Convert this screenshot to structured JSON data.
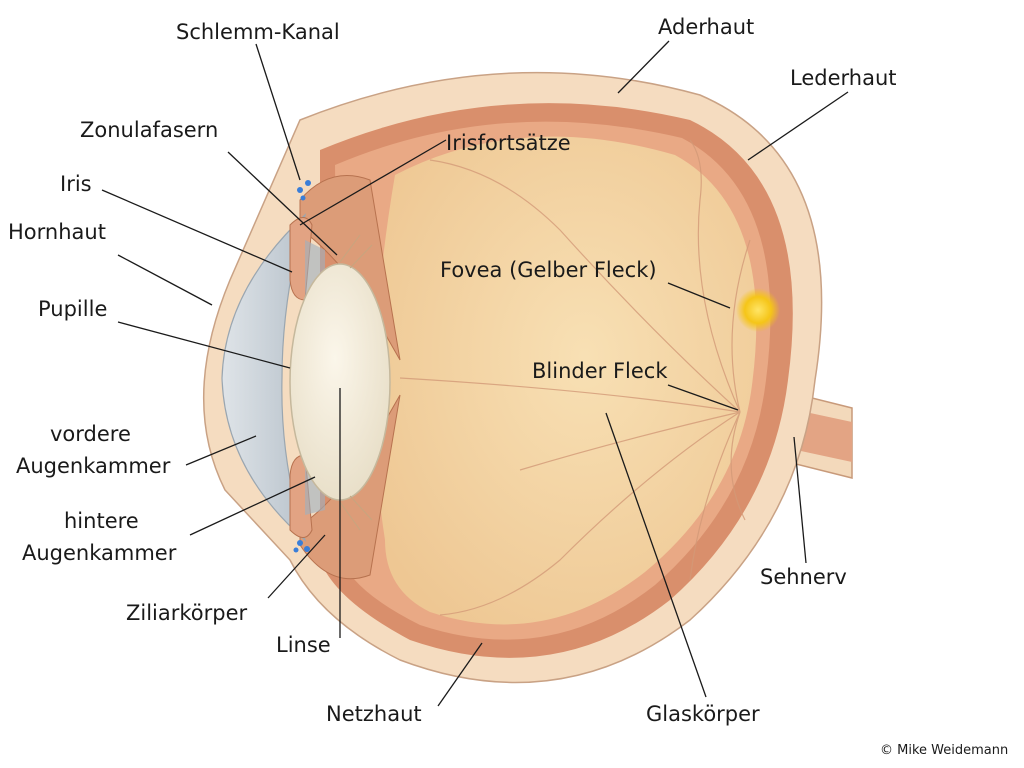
{
  "labels": {
    "schlemm_kanal": "Schlemm-Kanal",
    "aderhaut": "Aderhaut",
    "lederhaut": "Lederhaut",
    "zonulafasern": "Zonulafasern",
    "irisfortsaetze": "Irisfortsätze",
    "iris": "Iris",
    "hornhaut": "Hornhaut",
    "fovea": "Fovea (Gelber Fleck)",
    "pupille": "Pupille",
    "blinder_fleck": "Blinder Fleck",
    "vordere_augenkammer_1": "vordere",
    "vordere_augenkammer_2": "Augenkammer",
    "hintere_augenkammer_1": "hintere",
    "hintere_augenkammer_2": "Augenkammer",
    "sehnerv": "Sehnerv",
    "ziliarkoerper": "Ziliarkörper",
    "linse": "Linse",
    "netzhaut": "Netzhaut",
    "glaskoerper": "Glaskörper"
  },
  "copyright": "© Mike Weidemann",
  "colors": {
    "sclera": "#f5dcc0",
    "choroid": "#d98f6c",
    "retina": "#e9a985",
    "vitreous": "#f4d3a0",
    "cornea": "#c8d0d6",
    "lens": "#f3ead6",
    "fovea": "#f5c518",
    "schlemm_canal": "#3a7ed8"
  }
}
